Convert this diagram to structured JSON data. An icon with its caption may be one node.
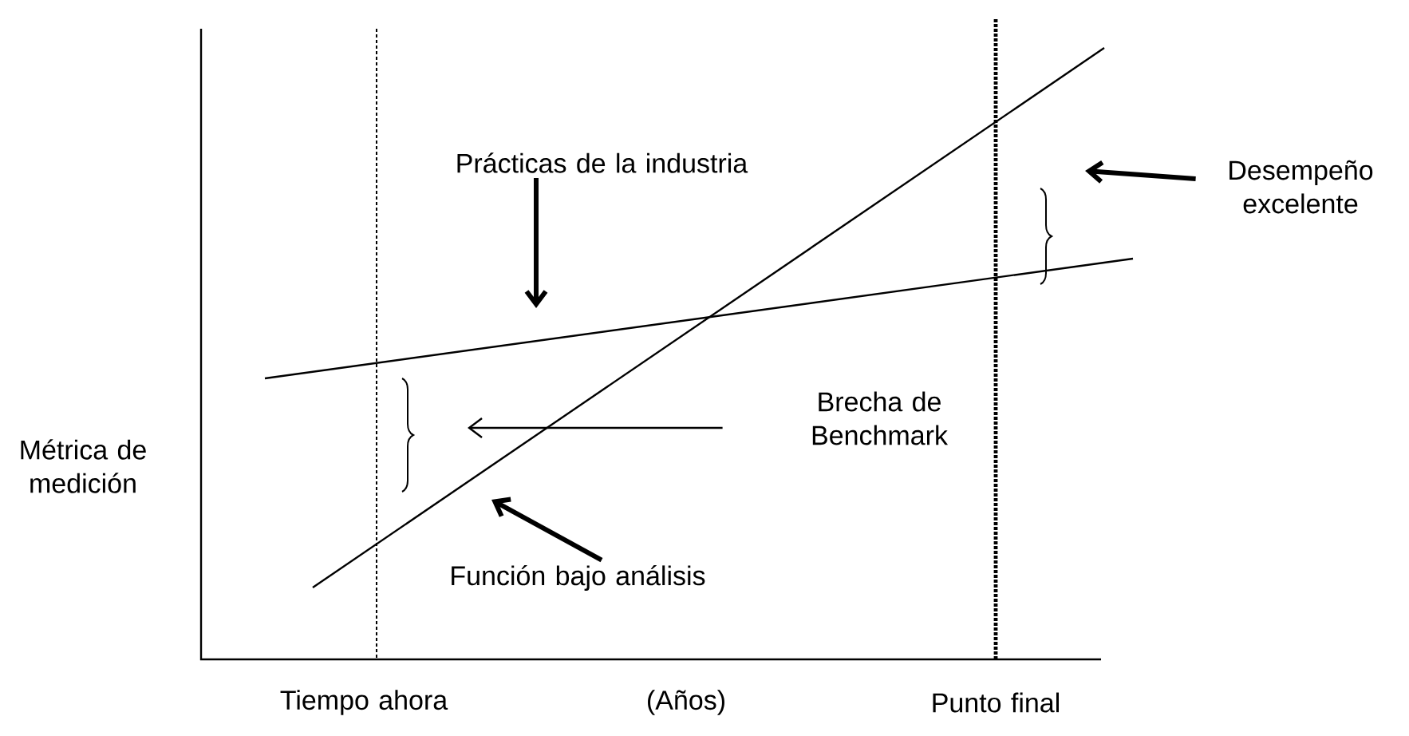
{
  "diagram": {
    "nodes": [
      {
        "text": [
          "Prácticas de la industria"
        ]
      },
      {
        "text": [
          "Desempeño excelente"
        ]
      },
      {
        "text": [
          "Brecha de Benchmark"
        ]
      },
      {
        "text": [
          "Función bajo análisis"
        ]
      }
    ],
    "edges": [
      {
        "from": 0,
        "to": null,
        "arrow": "to"
      },
      {
        "from": 1,
        "to": null,
        "arrow": "to"
      },
      {
        "from": 2,
        "to": null,
        "arrow": "to"
      },
      {
        "from": 3,
        "to": null,
        "arrow": "to"
      }
    ],
    "labels": [
      "Métrica de medición",
      "Tiempo ahora",
      "(Años)",
      "Punto final"
    ]
  }
}
